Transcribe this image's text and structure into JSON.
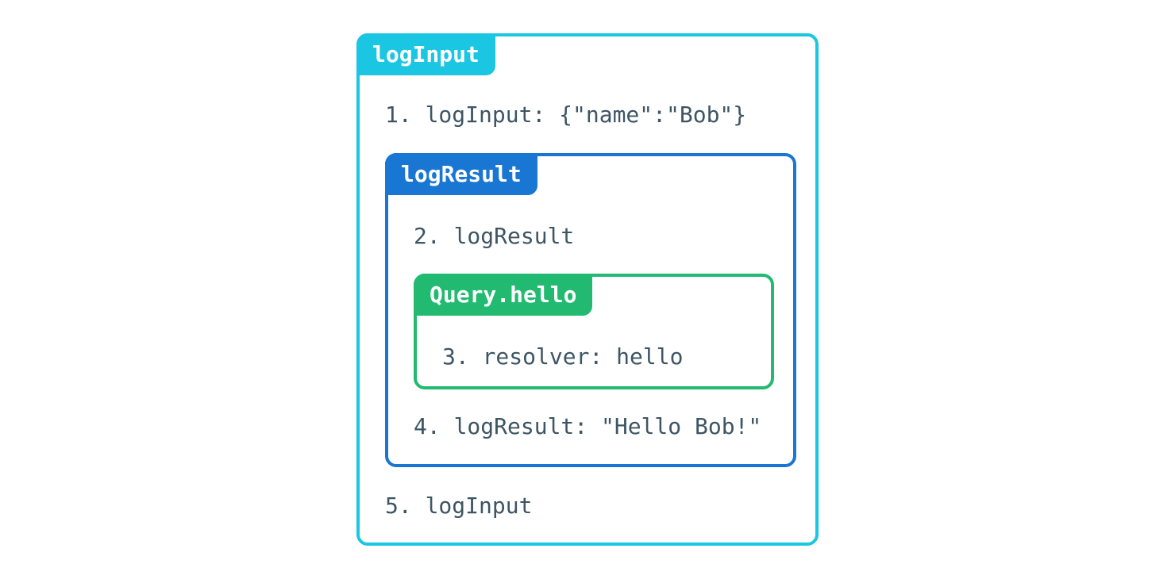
{
  "palette": {
    "cyan": "#1BC6E2",
    "blue": "#1976D2",
    "green": "#21BA70",
    "text": "#3D5564",
    "background": "#FFFFFF"
  },
  "trace": {
    "outer_span": {
      "label": "logInput",
      "step_before": "1. logInput: {\"name\":\"Bob\"}",
      "step_after": "5. logInput"
    },
    "middle_span": {
      "label": "logResult",
      "step_before": "2. logResult",
      "step_after": "4. logResult: \"Hello Bob!\""
    },
    "inner_span": {
      "label": "Query.hello",
      "step": "3. resolver: hello"
    }
  }
}
